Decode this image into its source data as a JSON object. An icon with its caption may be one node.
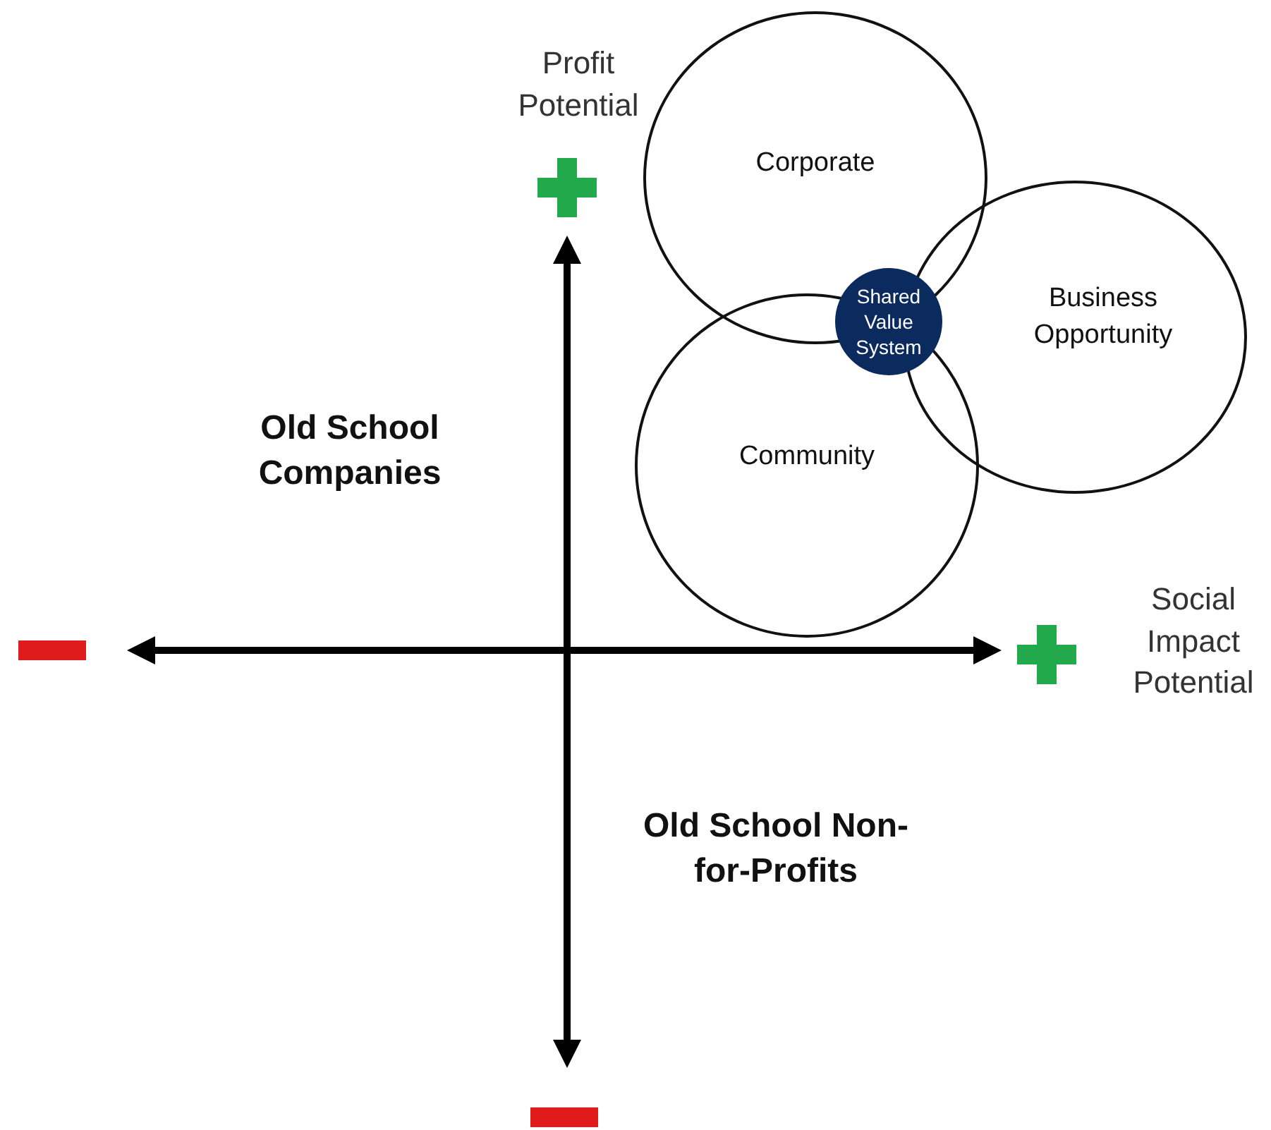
{
  "diagram": {
    "nodes": [
      {
        "text": [
          "Corporate"
        ]
      },
      {
        "text": [
          "Business Opportunity"
        ]
      },
      {
        "text": [
          "Community"
        ]
      },
      {
        "text": [
          "Shared Value System"
        ]
      }
    ],
    "labels": [
      "Profit Potential",
      "Old School Companies",
      "Social Impact Potential",
      "Old School Non-for-Profits"
    ]
  }
}
